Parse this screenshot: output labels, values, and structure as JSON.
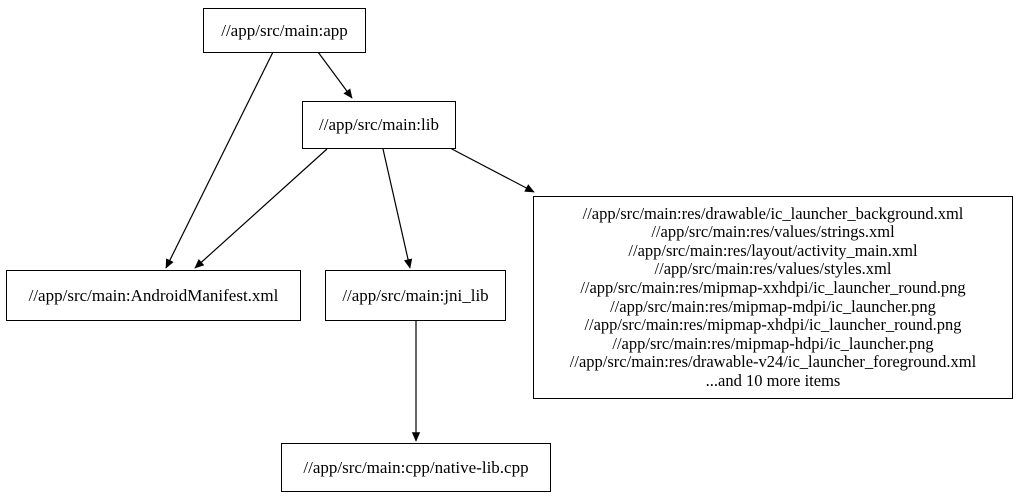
{
  "diagram": {
    "type": "dependency-graph",
    "background_color": "#ffffff",
    "node_fill_color": "#ffffff",
    "node_border_color": "#000000",
    "edge_color": "#000000",
    "text_color": "#000000",
    "nodes": {
      "app": {
        "label": "//app/src/main:app"
      },
      "lib": {
        "label": "//app/src/main:lib"
      },
      "manifest": {
        "label": "//app/src/main:AndroidManifest.xml"
      },
      "jni_lib": {
        "label": "//app/src/main:jni_lib"
      },
      "native_cpp": {
        "label": "//app/src/main:cpp/native-lib.cpp"
      },
      "resources": {
        "lines": [
          "//app/src/main:res/drawable/ic_launcher_background.xml",
          "//app/src/main:res/values/strings.xml",
          "//app/src/main:res/layout/activity_main.xml",
          "//app/src/main:res/values/styles.xml",
          "//app/src/main:res/mipmap-xxhdpi/ic_launcher_round.png",
          "//app/src/main:res/mipmap-mdpi/ic_launcher.png",
          "//app/src/main:res/mipmap-xhdpi/ic_launcher_round.png",
          "//app/src/main:res/mipmap-hdpi/ic_launcher.png",
          "//app/src/main:res/drawable-v24/ic_launcher_foreground.xml",
          "...and 10 more items"
        ]
      }
    },
    "edges": [
      {
        "from": "app",
        "to": "lib"
      },
      {
        "from": "app",
        "to": "manifest"
      },
      {
        "from": "lib",
        "to": "manifest"
      },
      {
        "from": "lib",
        "to": "jni_lib"
      },
      {
        "from": "lib",
        "to": "resources"
      },
      {
        "from": "jni_lib",
        "to": "native_cpp"
      }
    ]
  }
}
